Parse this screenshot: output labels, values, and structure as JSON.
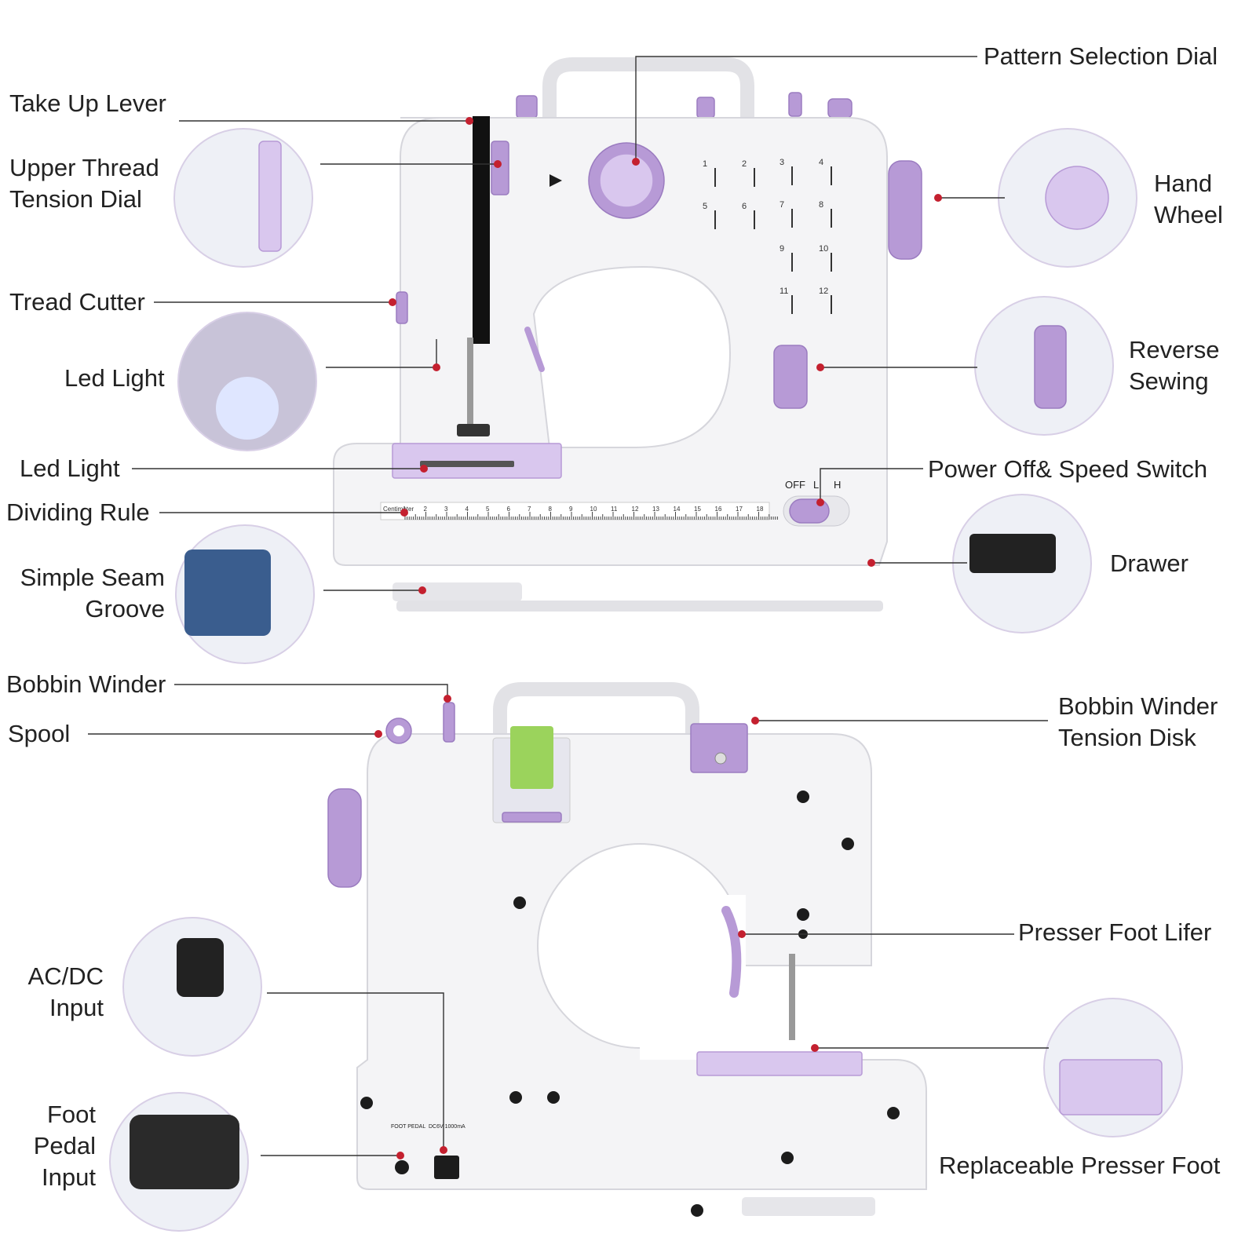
{
  "labels": {
    "take_up_lever": "Take Up Lever",
    "upper_thread_tension_dial_1": "Upper Thread",
    "upper_thread_tension_dial_2": "Tension Dial",
    "tread_cutter": "Tread Cutter",
    "led_light_1": "Led Light",
    "led_light_2": "Led Light",
    "dividing_rule": "Dividing Rule",
    "simple_seam_groove_1": "Simple Seam",
    "simple_seam_groove_2": "Groove",
    "bobbin_winder": "Bobbin Winder",
    "spool": "Spool",
    "ac_dc_input_1": "AC/DC",
    "ac_dc_input_2": "Input",
    "foot_pedal_input_1": "Foot",
    "foot_pedal_input_2": "Pedal",
    "foot_pedal_input_3": "Input",
    "pattern_selection_dial": "Pattern Selection Dial",
    "hand_wheel_1": "Hand",
    "hand_wheel_2": "Wheel",
    "reverse_sewing_1": "Reverse",
    "reverse_sewing_2": "Sewing",
    "power_speed_switch": "Power Off& Speed Switch",
    "drawer": "Drawer",
    "bobbin_winder_tension_disk_1": "Bobbin Winder",
    "bobbin_winder_tension_disk_2": "Tension Disk",
    "presser_foot_lifer": "Presser Foot Lifer",
    "replaceable_presser_foot": "Replaceable Presser Foot"
  },
  "machine_text": {
    "switch_off": "OFF",
    "switch_l": "L",
    "switch_h": "H",
    "rule_unit": "Centimeter",
    "foot_pedal_port": "FOOT PEDAL",
    "dc_port": "DC6V 1000mA"
  },
  "rule_numbers": [
    "1",
    "2",
    "3",
    "4",
    "5",
    "6",
    "7",
    "8",
    "9",
    "10",
    "11",
    "12",
    "13",
    "14",
    "15",
    "16",
    "17",
    "18"
  ],
  "stitch_numbers": [
    "1",
    "2",
    "3",
    "4",
    "5",
    "6",
    "7",
    "8",
    "9",
    "10",
    "11",
    "12"
  ],
  "colors": {
    "accent_lavender": "#b79ad6",
    "body_white": "#f4f4f6",
    "marker_red": "#c4202f"
  }
}
